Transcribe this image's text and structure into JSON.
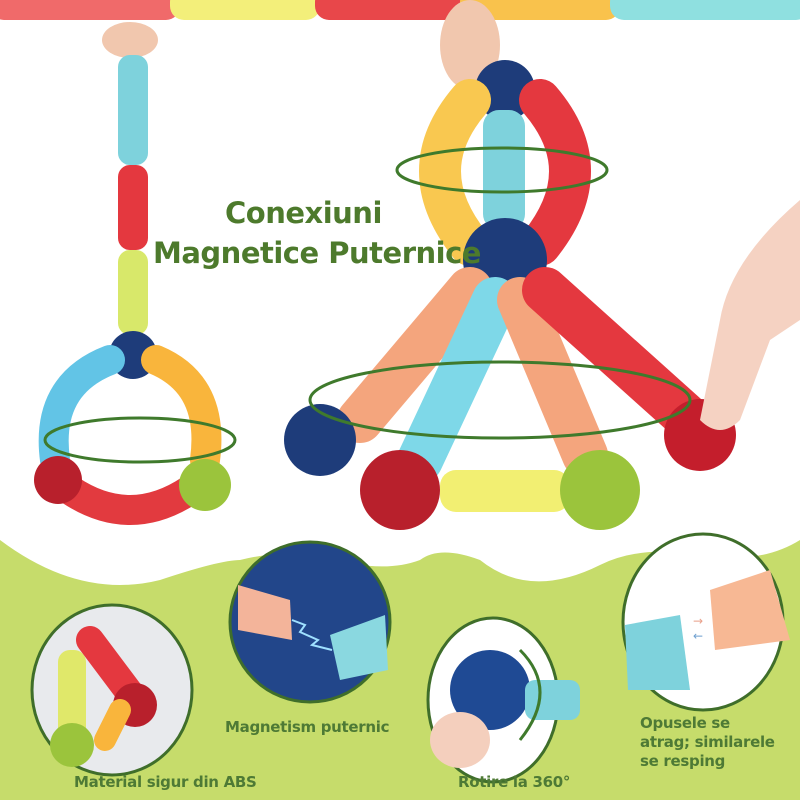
{
  "headline": {
    "line1": "Conexiuni",
    "line2": "Magnetice Puternice"
  },
  "features": [
    {
      "label": "Material sigur din ABS",
      "icon": "abs-material-closeup"
    },
    {
      "label": "Magnetism puternic",
      "icon": "magnetic-spark-closeup"
    },
    {
      "label": "Rotire la 360°",
      "icon": "rotating-ball-closeup"
    },
    {
      "label": "Opusele se atrag; similarele se resping",
      "icon": "attract-repel-closeup"
    }
  ],
  "colors": {
    "title_green": "#4d7a2c",
    "background_green": "#c6dc6b",
    "magnet_blue_bg": "#22468a"
  }
}
